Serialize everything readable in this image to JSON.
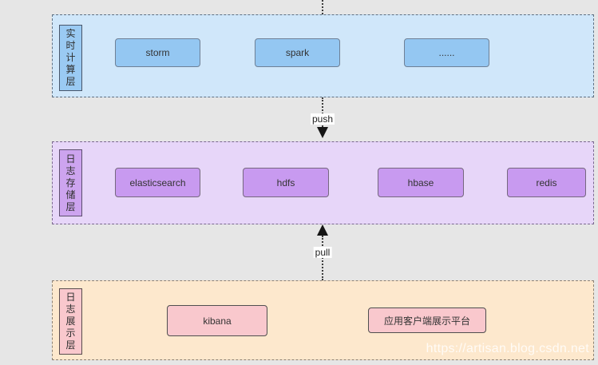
{
  "layers": [
    {
      "id": "realtime-compute",
      "label": "实时计算层",
      "boxes": [
        "storm",
        "spark",
        "......"
      ]
    },
    {
      "id": "log-storage",
      "label": "日志存储层",
      "boxes": [
        "elasticsearch",
        "hdfs",
        "hbase",
        "redis"
      ]
    },
    {
      "id": "log-display",
      "label": "日志展示层",
      "boxes": [
        "kibana",
        "应用客户端展示平台"
      ]
    }
  ],
  "arrows": [
    {
      "label": "push",
      "direction": "down",
      "from": "realtime-compute",
      "to": "log-storage"
    },
    {
      "label": "pull",
      "direction": "up",
      "from": "log-display",
      "to": "log-storage"
    }
  ],
  "watermark": "https://artisan.blog.csdn.net",
  "colors": {
    "page_background": "#e6e6e6",
    "realtime_layer_fill": "#d0e7fa",
    "realtime_box_fill": "#94c7f2",
    "storage_layer_fill": "#e7d6f9",
    "storage_box_fill": "#c89af0",
    "display_layer_fill": "#fde8cd",
    "display_box_fill": "#f9c8cd",
    "arrow_color": "#151515"
  }
}
